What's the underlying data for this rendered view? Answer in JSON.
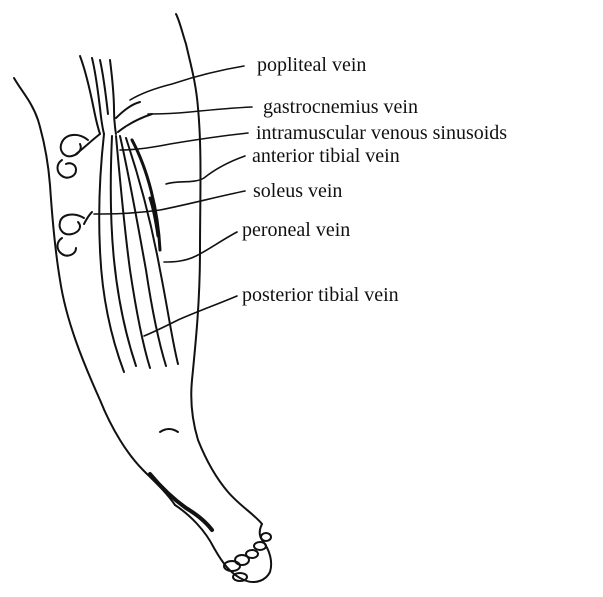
{
  "diagram": {
    "labels": {
      "popliteal": "popliteal vein",
      "gastrocnemius": "gastrocnemius vein",
      "sinusoids": "intramuscular venous sinusoids",
      "anterior_tibial": "anterior tibial vein",
      "soleus": "soleus vein",
      "peroneal": "peroneal vein",
      "posterior_tibial": "posterior tibial vein"
    },
    "colors": {
      "ink": "#111111",
      "background": "#ffffff"
    }
  }
}
